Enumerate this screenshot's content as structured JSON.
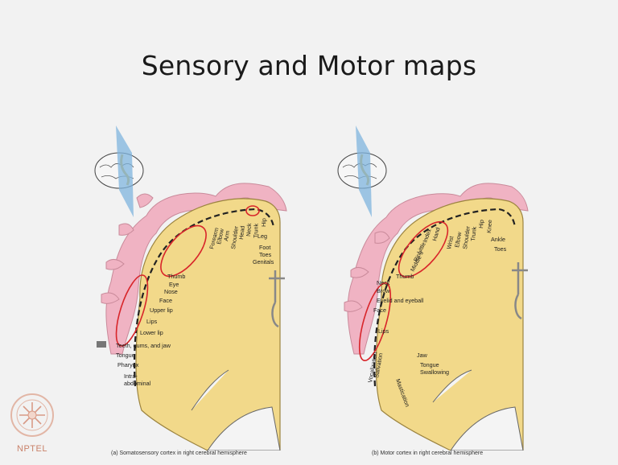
{
  "slide": {
    "title": "Sensory and Motor maps"
  },
  "left_panel": {
    "caption": "(a) Somatosensory cortex in right cerebral hemisphere",
    "labels": {
      "forearm": "Forearm",
      "elbow": "Elbow",
      "arm": "Arm",
      "shoulder": "Shoulder",
      "head": "Head",
      "neck": "Neck",
      "trunk": "Trunk",
      "hip": "Hip",
      "leg": "Leg",
      "foot": "Foot",
      "toes": "Toes",
      "genitals": "Genitals",
      "thumb": "Thumb",
      "eye": "Eye",
      "nose": "Nose",
      "face": "Face",
      "upper_lip": "Upper lip",
      "lips": "Lips",
      "lower_lip": "Lower lip",
      "teeth": "Teeth, gums, and jaw",
      "tongue": "Tongue",
      "pharynx": "Pharynx",
      "intra": "Intra-",
      "abdominal": "abdominal"
    }
  },
  "right_panel": {
    "caption": "(b) Motor cortex in right cerebral hemisphere",
    "labels": {
      "wrist": "Wrist",
      "elbow": "Elbow",
      "shoulder": "Shoulder",
      "trunk": "Trunk",
      "hip": "Hip",
      "knee": "Knee",
      "ankle": "Ankle",
      "toes": "Toes",
      "hand": "Hand",
      "little": "Little",
      "ring": "Ring",
      "middle": "Middle",
      "index": "Index",
      "thumb": "Thumb",
      "neck": "Neck",
      "brow": "Brow",
      "eyelid": "Eyelid and eyeball",
      "face": "Face",
      "lips": "Lips",
      "jaw": "Jaw",
      "tongue": "Tongue",
      "swallowing": "Swallowing",
      "mastication": "Mastication",
      "salivation": "Salivation",
      "vocalization": "Vocalization"
    }
  },
  "logo": {
    "text": "NPTEL"
  },
  "colors": {
    "cortex": "#f2d98a",
    "pink": "#f0b3c3",
    "annotation": "#d8252a"
  }
}
